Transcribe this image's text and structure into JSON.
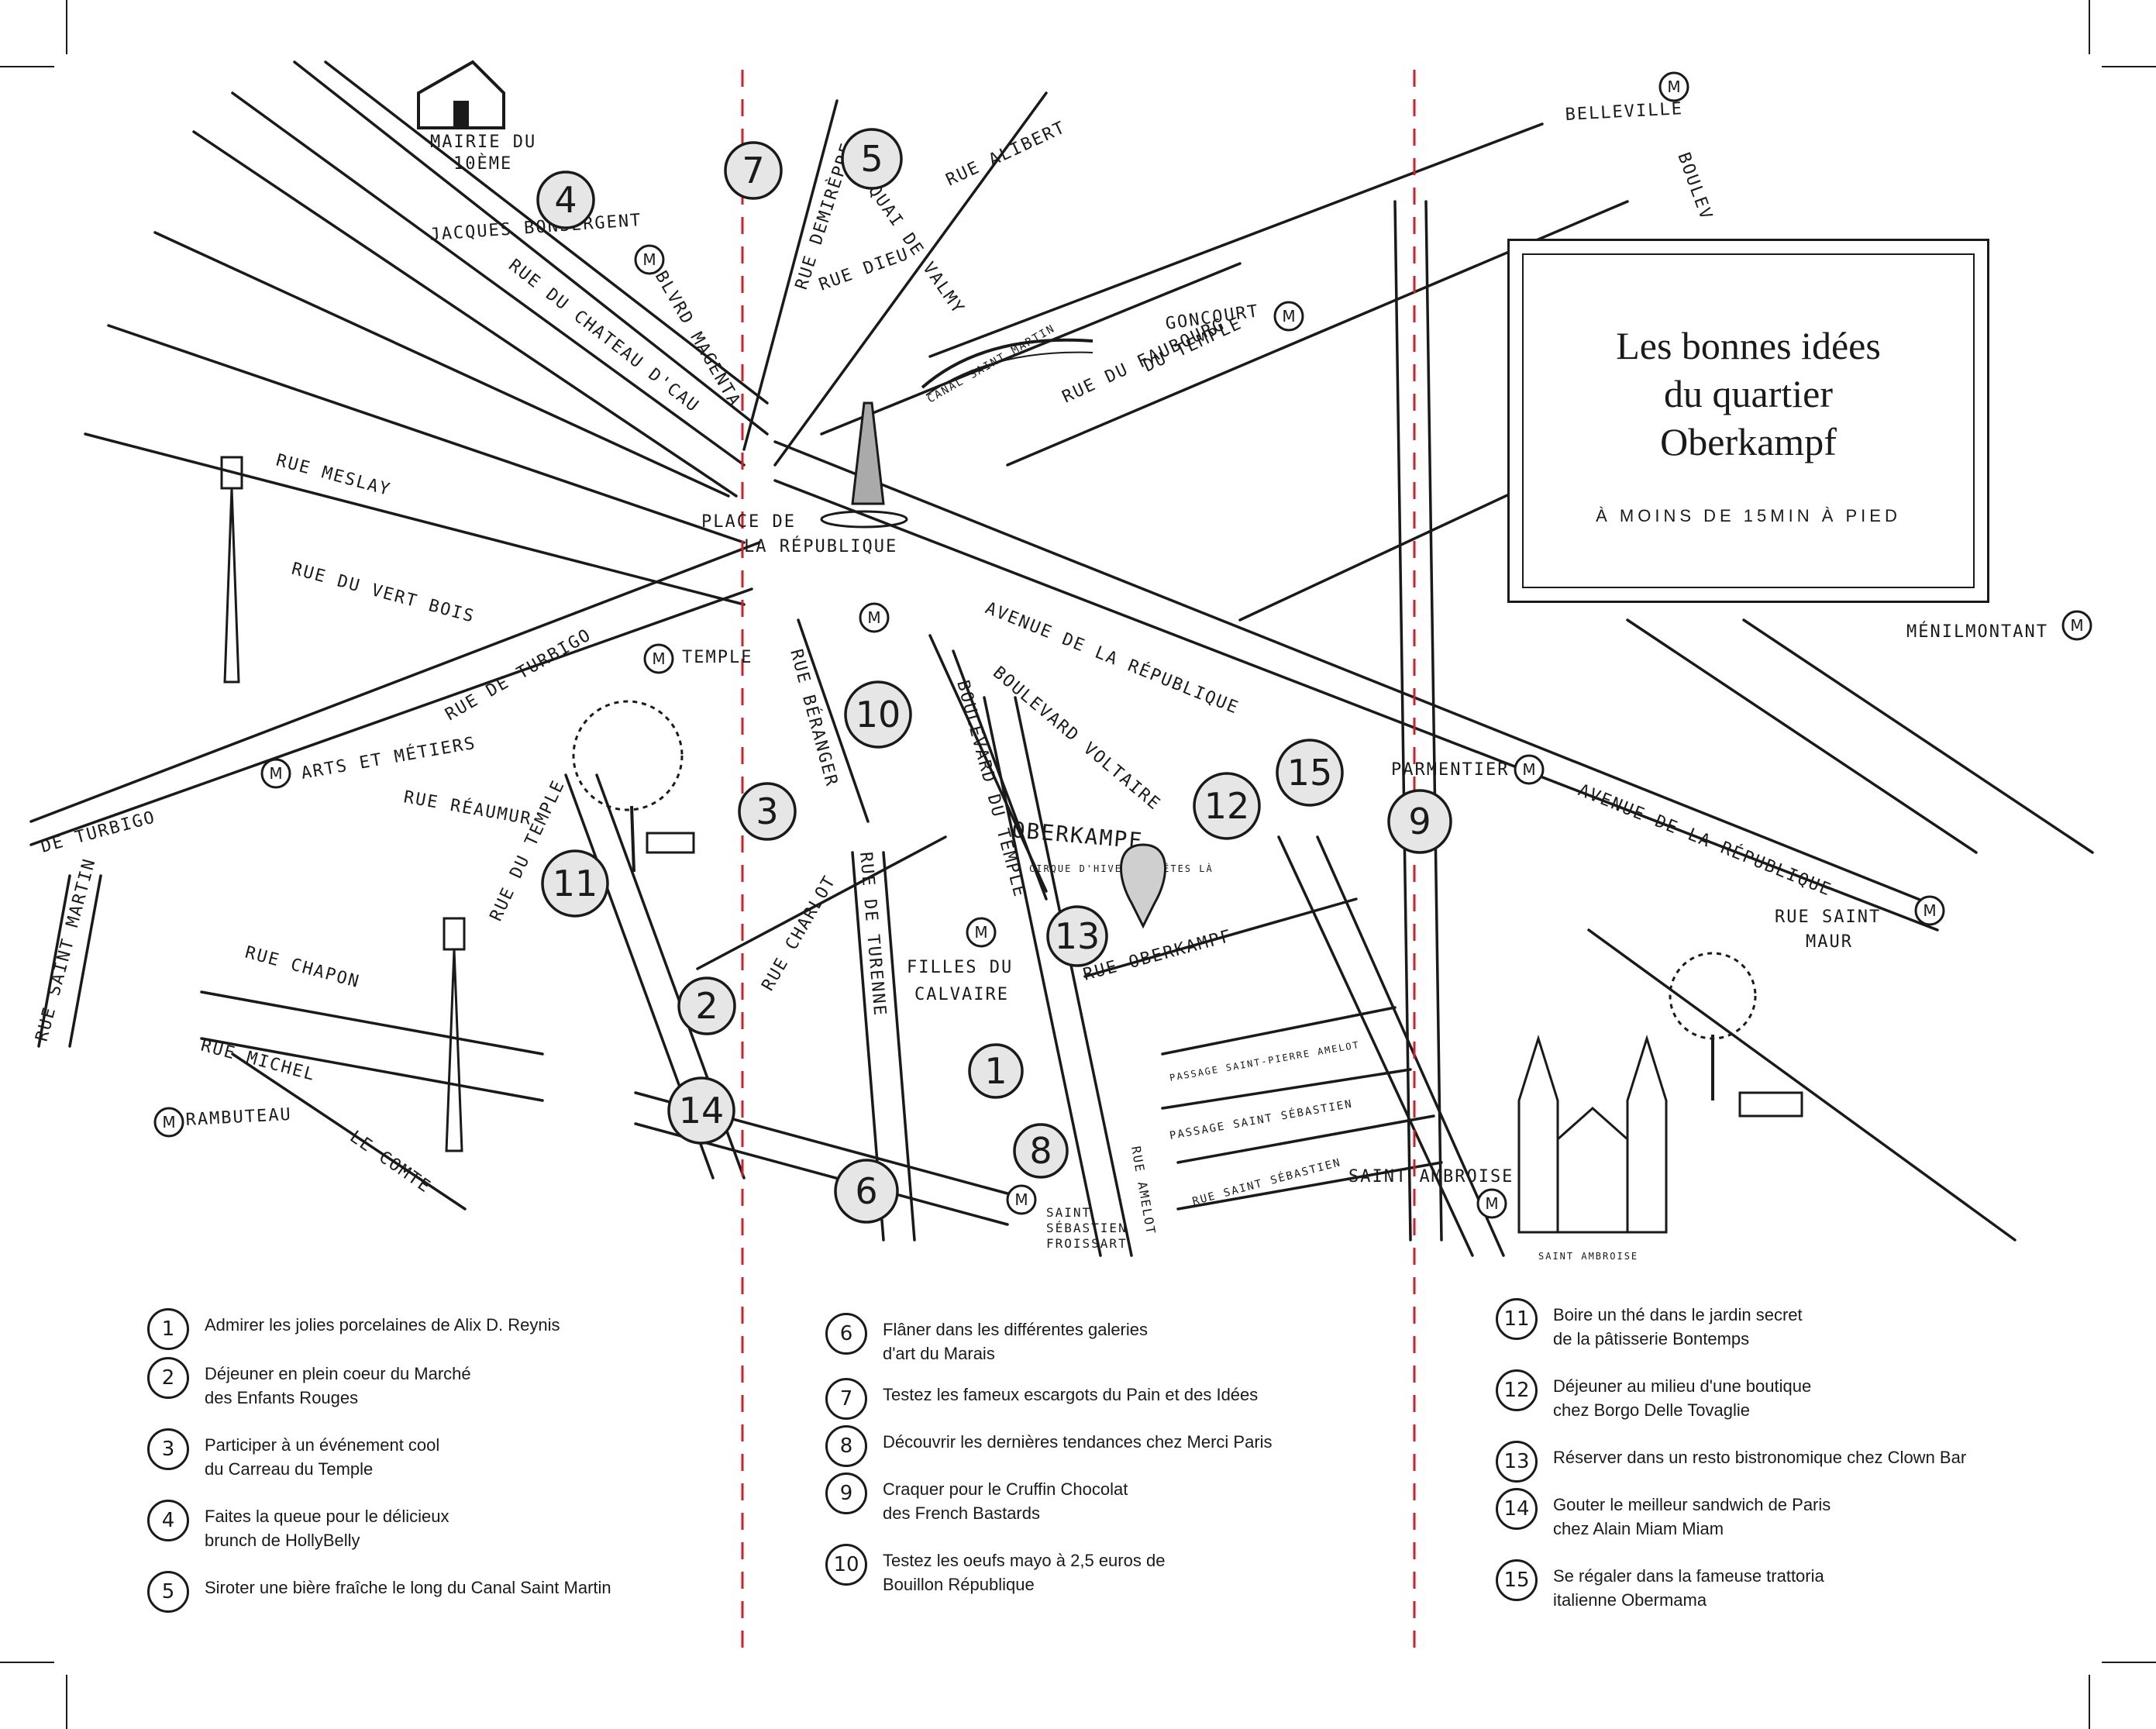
{
  "title": {
    "lines": [
      "Les bonnes idées",
      "du quartier",
      "Oberkampf"
    ],
    "subtitle": "À MOINS DE 15MIN À PIED"
  },
  "streets": [
    {
      "id": "mairie",
      "text": "MAIRIE DU"
    },
    {
      "id": "mairie2",
      "text": "10ÈME"
    },
    {
      "id": "bonsergent",
      "text": "JACQUES BONSERGENT"
    },
    {
      "id": "chateau",
      "text": "RUE DU CHATEAU D'CAU"
    },
    {
      "id": "magenta",
      "text": "BLVRD MAGENTA"
    },
    {
      "id": "demiregrane",
      "text": "RUE DEMIRÈPRE"
    },
    {
      "id": "dieu",
      "text": "RUE DIEU"
    },
    {
      "id": "quai",
      "text": "QUAI DE VALMY"
    },
    {
      "id": "alibert",
      "text": "RUE ALIBERT"
    },
    {
      "id": "canal",
      "text": "CANAL SAINT MARTIN"
    },
    {
      "id": "belleville",
      "text": "BELLEVILLE"
    },
    {
      "id": "boulev",
      "text": "BOULEV"
    },
    {
      "id": "goncourt",
      "text": "GONCOURT"
    },
    {
      "id": "faubourg",
      "text": "RUE DU FAUBOURG"
    },
    {
      "id": "faubourg2",
      "text": "DU TEMPLE"
    },
    {
      "id": "meslay",
      "text": "RUE MESLAY"
    },
    {
      "id": "placerep",
      "text": "PLACE DE"
    },
    {
      "id": "placerep2",
      "text": "LA RÉPUBLIQUE"
    },
    {
      "id": "vertbois",
      "text": "RUE DU VERT BOIS"
    },
    {
      "id": "turbigo",
      "text": "RUE DE TURBIGO"
    },
    {
      "id": "temple",
      "text": "TEMPLE"
    },
    {
      "id": "avrep",
      "text": "AVENUE DE LA RÉPUBLIQUE"
    },
    {
      "id": "menilmontant",
      "text": "MÉNILMONTANT"
    },
    {
      "id": "beranger",
      "text": "RUE BÉRANGER"
    },
    {
      "id": "blvdvoltaire",
      "text": "BOULEVARD VOLTAIRE"
    },
    {
      "id": "arts",
      "text": "ARTS ET MÉTIERS"
    },
    {
      "id": "reaumur",
      "text": "RUE RÉAUMUR"
    },
    {
      "id": "deturbigo",
      "text": "DE TURBIGO"
    },
    {
      "id": "stmartin",
      "text": "RUE SAINT MARTIN"
    },
    {
      "id": "ruetemple",
      "text": "RUE DU TEMPLE"
    },
    {
      "id": "charlot",
      "text": "RUE CHARLOT"
    },
    {
      "id": "turenne",
      "text": "RUE DE TURENNE"
    },
    {
      "id": "blvdtemple",
      "text": "BOULEVARD DU TEMPLE"
    },
    {
      "id": "oberkampf",
      "text": "OBERKAMPF"
    },
    {
      "id": "cirque",
      "text": "CIRQUE D'HIVER"
    },
    {
      "id": "vousetes",
      "text": "VOUS ÊTES LÀ"
    },
    {
      "id": "rueoberkampf",
      "text": "RUE OBERKAMPF"
    },
    {
      "id": "parmentier",
      "text": "PARMENTIER"
    },
    {
      "id": "avrep2",
      "text": "AVENUE DE LA RÉPUBLIQUE"
    },
    {
      "id": "stmaur",
      "text": "RUE SAINT"
    },
    {
      "id": "stmaur2",
      "text": "MAUR"
    },
    {
      "id": "chapon",
      "text": "RUE CHAPON"
    },
    {
      "id": "michel",
      "text": "RUE MICHEL"
    },
    {
      "id": "comte",
      "text": "LE COMTE"
    },
    {
      "id": "rambuteau",
      "text": "RAMBUTEAU"
    },
    {
      "id": "filles",
      "text": "FILLES DU"
    },
    {
      "id": "filles2",
      "text": "CALVAIRE"
    },
    {
      "id": "passage1",
      "text": "PASSAGE SAINT-PIERRE AMELOT"
    },
    {
      "id": "passage2",
      "text": "PASSAGE SAINT SÉBASTIEN"
    },
    {
      "id": "passage3",
      "text": "RUE SAINT SÉBASTIEN"
    },
    {
      "id": "amelot",
      "text": "RUE AMELOT"
    },
    {
      "id": "stsebastien",
      "text": "SAINT"
    },
    {
      "id": "stsebastien2",
      "text": "SÉBASTIEN"
    },
    {
      "id": "stsebastien3",
      "text": "FROISSART"
    },
    {
      "id": "stambroise",
      "text": "SAINT AMBROISE"
    },
    {
      "id": "stambroise2",
      "text": "SAINT AMBROISE"
    }
  ],
  "markers": [
    "4",
    "7",
    "5",
    "10",
    "3",
    "11",
    "2",
    "14",
    "6",
    "1",
    "8",
    "13",
    "12",
    "15",
    "9"
  ],
  "metro_symbol": "M",
  "legend": [
    {
      "num": "1",
      "text": "Admirer les jolies porcelaines de Alix D. Reynis"
    },
    {
      "num": "2",
      "text": "Déjeuner en plein coeur du Marché\ndes Enfants Rouges"
    },
    {
      "num": "3",
      "text": "Participer à un événement cool\ndu Carreau du Temple"
    },
    {
      "num": "4",
      "text": "Faites la queue pour le délicieux\nbrunch de HollyBelly"
    },
    {
      "num": "5",
      "text": "Siroter une bière fraîche le long du Canal Saint Martin"
    },
    {
      "num": "6",
      "text": "Flâner dans les différentes galeries\nd'art du Marais"
    },
    {
      "num": "7",
      "text": "Testez les fameux escargots du Pain et des Idées"
    },
    {
      "num": "8",
      "text": "Découvrir les dernières tendances chez Merci Paris"
    },
    {
      "num": "9",
      "text": "Craquer pour le Cruffin Chocolat\ndes French Bastards"
    },
    {
      "num": "10",
      "text": "Testez les oeufs mayo à 2,5 euros de\nBouillon République"
    },
    {
      "num": "11",
      "text": "Boire un thé dans le jardin secret\nde la pâtisserie Bontemps"
    },
    {
      "num": "12",
      "text": "Déjeuner au milieu d'une boutique\nchez Borgo Delle Tovaglie"
    },
    {
      "num": "13",
      "text": "Réserver dans un resto bistronomique chez Clown Bar"
    },
    {
      "num": "14",
      "text": "Gouter le meilleur sandwich de Paris\nchez Alain Miam Miam"
    },
    {
      "num": "15",
      "text": "Se régaler dans la fameuse trattoria\nitalienne Obermama"
    }
  ],
  "colors": {
    "ink": "#1a1a1a",
    "marker_fill": "#e6e6e6",
    "divider": "#d0202a"
  }
}
